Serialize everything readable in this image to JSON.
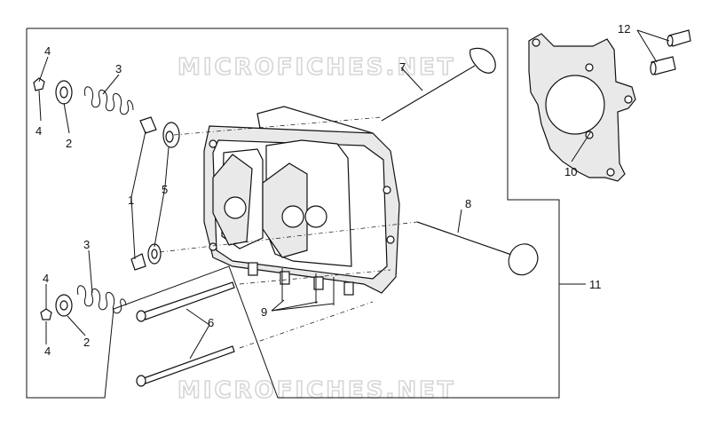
{
  "watermark": "MICROFICHES.NET",
  "callouts": {
    "c1": "1",
    "c2a": "2",
    "c2b": "2",
    "c3a": "3",
    "c3b": "3",
    "c4a": "4",
    "c4b": "4",
    "c4c": "4",
    "c4d": "4",
    "c5": "5",
    "c6": "6",
    "c7": "7",
    "c8": "8",
    "c9": "9",
    "c10": "10",
    "c11": "11",
    "c12": "12"
  }
}
